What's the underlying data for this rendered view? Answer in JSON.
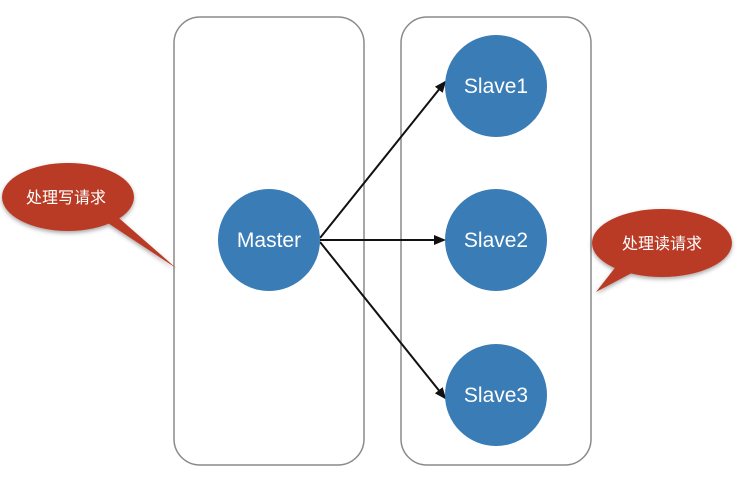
{
  "nodes": {
    "master": "Master",
    "slave1": "Slave1",
    "slave2": "Slave2",
    "slave3": "Slave3"
  },
  "callouts": {
    "write": "处理写请求",
    "read": "处理读请求"
  },
  "colors": {
    "node_fill": "#3a7cb5",
    "callout_fill": "#b93a26",
    "container_stroke": "#8a8a8a",
    "arrow": "#111111"
  }
}
